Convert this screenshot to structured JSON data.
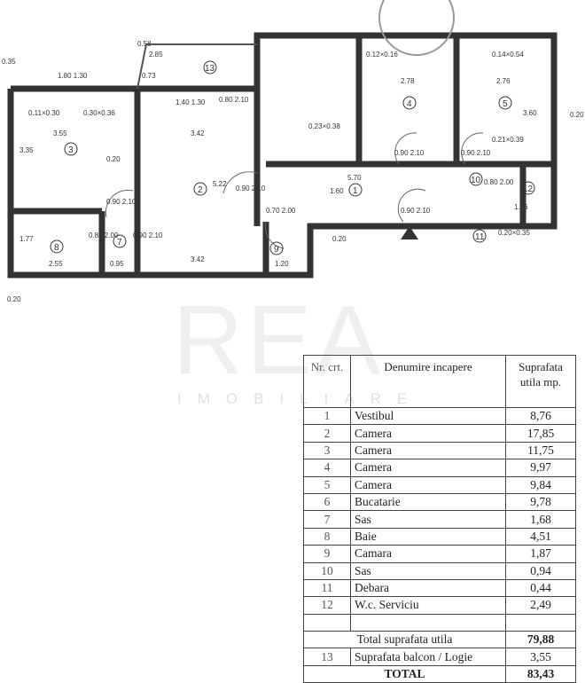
{
  "plan": {
    "rooms": [
      "1",
      "2",
      "3",
      "4",
      "5",
      "7",
      "8",
      "9",
      "10",
      "11",
      "12",
      "13"
    ],
    "dims": {
      "d355": "3.55",
      "d342a": "3.42",
      "d342b": "3.42",
      "d522": "5.22",
      "d335": "3.35",
      "d177": "1.77",
      "d255": "2.55",
      "d095": "0.95",
      "d120": "1.20",
      "d570": "5.70",
      "d278": "2.78",
      "d276": "2.76",
      "d360": "3.60",
      "d160": "1.60",
      "d166": "1.66",
      "d285": "2.85",
      "d020a": "0.20",
      "d020b": "0.20",
      "d011": "0.11×0.30",
      "d030": "0.30×0.36",
      "d023": "0.23×0.38",
      "d012": "0.12×0.16",
      "d014": "0.14×0.54",
      "d021": "0.21×0.39",
      "d0235": "0.20×0.35",
      "door1": "0.90 2.10",
      "door2": "0.80 2.00",
      "door3": "0.90 2.10",
      "door4": "0.90 2.10",
      "door5": "0.90 2.10",
      "door6": "0.90 2.10",
      "door7": "0.70 2.00",
      "door8": "0.80 2.00",
      "door9": "0.90 2.10",
      "door10": "0.80 2.10",
      "win1": "1.80 1.30",
      "win2": "1.40 1.30",
      "d058": "0.58",
      "d073": "0.73",
      "d035": "0.35",
      "d020r": "0.20",
      "d020bl": "0.20"
    }
  },
  "watermark": {
    "logo": "REA",
    "sub": "IMOBILIARE"
  },
  "table": {
    "headers": {
      "nr": "Nr. crt.",
      "name": "Denumire incapere",
      "area": "Suprafata utila mp."
    },
    "rows": [
      {
        "nr": "1",
        "name": "Vestibul",
        "area": "8,76"
      },
      {
        "nr": "2",
        "name": "Camera",
        "area": "17,85"
      },
      {
        "nr": "3",
        "name": "Camera",
        "area": "11,75"
      },
      {
        "nr": "4",
        "name": "Camera",
        "area": "9,97"
      },
      {
        "nr": "5",
        "name": "Camera",
        "area": "9,84"
      },
      {
        "nr": "6",
        "name": "Bucatarie",
        "area": "9,78"
      },
      {
        "nr": "7",
        "name": "Sas",
        "area": "1,68"
      },
      {
        "nr": "8",
        "name": "Baie",
        "area": "4,51"
      },
      {
        "nr": "9",
        "name": "Camara",
        "area": "1,87"
      },
      {
        "nr": "10",
        "name": "Sas",
        "area": "0,94"
      },
      {
        "nr": "11",
        "name": "Debara",
        "area": "0,44"
      },
      {
        "nr": "12",
        "name": "W.c. Serviciu",
        "area": "2,49"
      }
    ],
    "total_useful_label": "Total suprafata utila",
    "total_useful": "79,88",
    "balcony_nr": "13",
    "balcony_label": "Suprafata balcon / Logie",
    "balcony": "3,55",
    "total_label": "TOTAL",
    "total": "83,43"
  }
}
